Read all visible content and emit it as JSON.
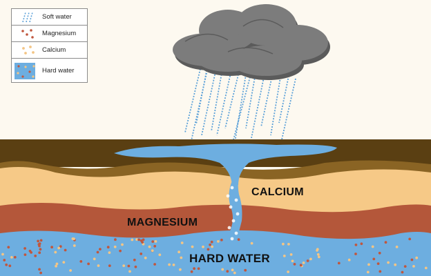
{
  "legend": {
    "items": [
      {
        "label": "Soft water",
        "icon": "soft-water-icon"
      },
      {
        "label": "Magnesium",
        "icon": "magnesium-dots-icon"
      },
      {
        "label": "Calcium",
        "icon": "calcium-dots-icon"
      },
      {
        "label": "Hard water",
        "icon": "hard-water-icon"
      }
    ]
  },
  "layers": {
    "calcium": "CALCIUM",
    "magnesium": "MAGNESIUM",
    "hard_water": "HARD WATER"
  },
  "colors": {
    "sky": "#fdf9f0",
    "topsoil": "#5a3f12",
    "subsoil": "#8a6424",
    "calcium": "#f6c987",
    "magnesium": "#b4573a",
    "water": "#6daee0",
    "rain": "#5aa0d8",
    "cloud": "#7c7c7c",
    "cloud_shadow": "#5b5b5b",
    "magnesium_dot": "#c0573e",
    "calcium_dot": "#f3c585"
  }
}
